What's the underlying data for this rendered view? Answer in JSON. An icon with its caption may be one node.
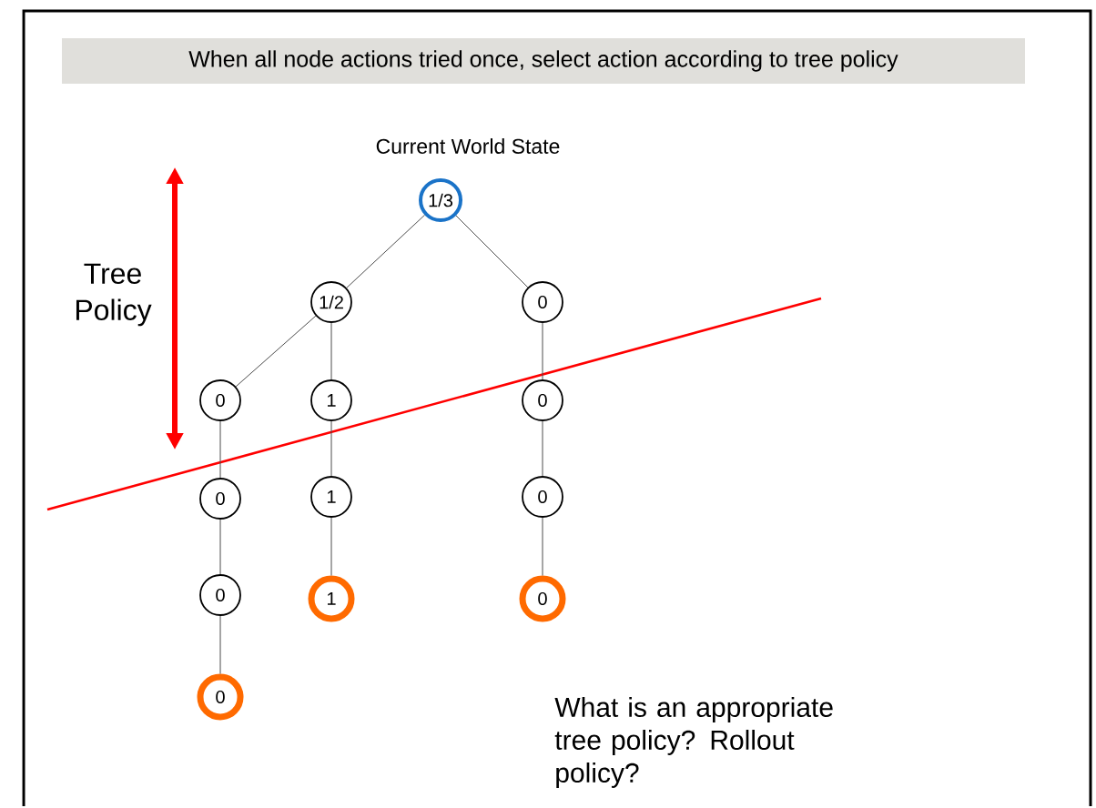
{
  "diagram": {
    "title": "When all node actions tried once, select action according to tree policy",
    "nodes": [
      {
        "text": [
          "1/3"
        ],
        "beside": [
          "Current World State"
        ]
      },
      {
        "text": [
          "1/2"
        ]
      },
      {
        "text": [
          "0"
        ]
      },
      {
        "text": [
          "0"
        ]
      },
      {
        "text": [
          "1"
        ]
      },
      {
        "text": [
          "0"
        ]
      },
      {
        "text": [
          "0"
        ]
      },
      {
        "text": [
          "1"
        ]
      },
      {
        "text": [
          "0"
        ]
      },
      {
        "text": [
          "0"
        ]
      },
      {
        "text": [
          "1"
        ]
      },
      {
        "text": [
          "0"
        ]
      },
      {
        "text": [
          "0"
        ]
      }
    ],
    "edges": [
      {
        "from": 0,
        "to": 1,
        "arrow": "none"
      },
      {
        "from": 0,
        "to": 2,
        "arrow": "none"
      },
      {
        "from": 1,
        "to": 3,
        "arrow": "none"
      },
      {
        "from": 1,
        "to": 4,
        "arrow": "none"
      },
      {
        "from": 2,
        "to": 5,
        "arrow": "none"
      },
      {
        "from": 3,
        "to": 6,
        "arrow": "none"
      },
      {
        "from": 4,
        "to": 7,
        "arrow": "none"
      },
      {
        "from": 5,
        "to": 8,
        "arrow": "none"
      },
      {
        "from": 6,
        "to": 9,
        "arrow": "none"
      },
      {
        "from": 7,
        "to": 10,
        "arrow": "none"
      },
      {
        "from": 8,
        "to": 11,
        "arrow": "none"
      },
      {
        "from": 9,
        "to": 12,
        "arrow": "none"
      }
    ],
    "labels": [
      "Tree Policy",
      "What is an appropriate tree policy? Rollout policy?"
    ]
  }
}
